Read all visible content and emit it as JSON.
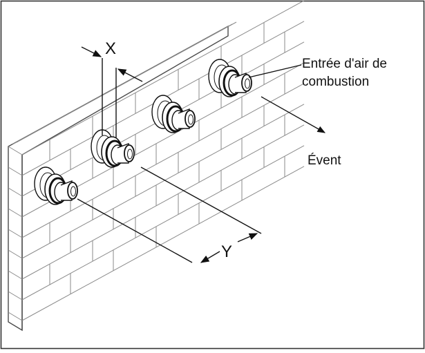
{
  "diagram": {
    "labels": {
      "combustion_air_line1": "Entrée d'air de",
      "combustion_air_line2": "combustion",
      "vent": "Évent",
      "dimension_x": "X",
      "dimension_y": "Y"
    },
    "colors": {
      "frame": "#333333",
      "ink": "#111111",
      "brick_line": "#8a8a8a",
      "terminal_fill": "#ffffff"
    }
  }
}
